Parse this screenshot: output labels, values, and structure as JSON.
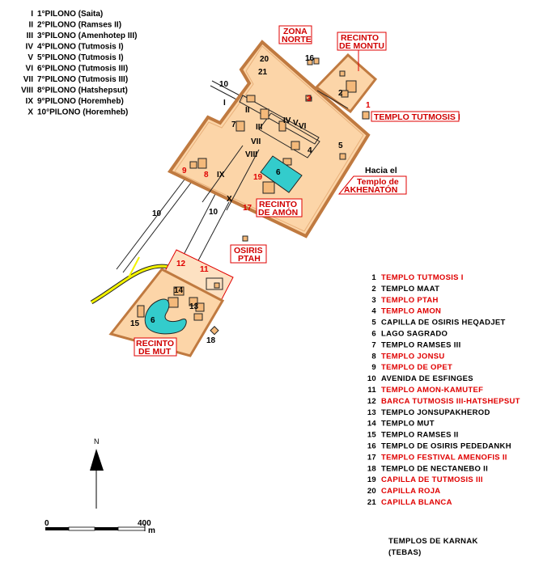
{
  "pylons": [
    {
      "numeral": "I",
      "label": "1°PILONO (Saita)"
    },
    {
      "numeral": "II",
      "label": "2°PILONO (Ramses II)"
    },
    {
      "numeral": "III",
      "label": "3°PILONO (Amenhotep III)"
    },
    {
      "numeral": "IV",
      "label": "4°PILONO (Tutmosis I)"
    },
    {
      "numeral": "V",
      "label": "5°PILONO (Tutmosis I)"
    },
    {
      "numeral": "VI",
      "label": "6°PILONO (Tutmosis III)"
    },
    {
      "numeral": "VII",
      "label": "7°PILONO (Tutmosis III)"
    },
    {
      "numeral": "VIII",
      "label": "8°PILONO (Hatshepsut)"
    },
    {
      "numeral": "IX",
      "label": "9°PILONO (Horemheb)"
    },
    {
      "numeral": "X",
      "label": "10°PILONO (Horemheb)"
    }
  ],
  "legend": [
    {
      "num": "1",
      "label": "TEMPLO TUTMOSIS I",
      "color": "#e00000"
    },
    {
      "num": "2",
      "label": "TEMPLO MAAT",
      "color": "#000000"
    },
    {
      "num": "3",
      "label": "TEMPLO PTAH",
      "color": "#e00000"
    },
    {
      "num": "4",
      "label": "TEMPLO AMON",
      "color": "#e00000"
    },
    {
      "num": "5",
      "label": "CAPILLA DE OSIRIS HEQADJET",
      "color": "#000000"
    },
    {
      "num": "6",
      "label": "LAGO SAGRADO",
      "color": "#000000"
    },
    {
      "num": "7",
      "label": "TEMPLO RAMSES III",
      "color": "#000000"
    },
    {
      "num": "8",
      "label": "TEMPLO JONSU",
      "color": "#e00000"
    },
    {
      "num": "9",
      "label": "TEMPLO DE OPET",
      "color": "#e00000"
    },
    {
      "num": "10",
      "label": "AVENIDA DE ESFINGES",
      "color": "#000000"
    },
    {
      "num": "11",
      "label": "TEMPLO AMON-KAMUTEF",
      "color": "#e00000"
    },
    {
      "num": "12",
      "label": "BARCA TUTMOSIS III-HATSHEPSUT",
      "color": "#e00000"
    },
    {
      "num": "13",
      "label": "TEMPLO JONSUPAKHEROD",
      "color": "#000000"
    },
    {
      "num": "14",
      "label": "TEMPLO MUT",
      "color": "#000000"
    },
    {
      "num": "15",
      "label": "TEMPLO RAMSES II",
      "color": "#000000"
    },
    {
      "num": "16",
      "label": "TEMPLO DE OSIRIS PEDEDANKH",
      "color": "#000000"
    },
    {
      "num": "17",
      "label": "TEMPLO FESTIVAL AMENOFIS II",
      "color": "#e00000"
    },
    {
      "num": "18",
      "label": "TEMPLO DE NECTANEBO II",
      "color": "#000000"
    },
    {
      "num": "19",
      "label": "CAPILLA DE TUTMOSIS III",
      "color": "#e00000"
    },
    {
      "num": "20",
      "label": "CAPILLA ROJA",
      "color": "#e00000"
    },
    {
      "num": "21",
      "label": "CAPILLA BLANCA",
      "color": "#e00000"
    }
  ],
  "map_labels": {
    "zona_norte": [
      "ZONA",
      "NORTE"
    ],
    "recinto_montu": [
      "RECINTO",
      "DE MONTU"
    ],
    "templo_tutmosis": "TEMPLO TUTMOSIS I",
    "hacia_el": "Hacia el",
    "akhenaton": [
      "Templo de",
      "AKHENATÓN"
    ],
    "recinto_amon": [
      "RECINTO",
      "DE AMÓN"
    ],
    "osiris_ptah": [
      "OSIRIS",
      "PTAH"
    ],
    "recinto_mut": [
      "RECINTO",
      "DE MUT"
    ]
  },
  "compass": {
    "north": "N"
  },
  "scale": {
    "start": "0",
    "end": "400",
    "unit": "m"
  },
  "title": [
    "TEMPLOS DE  KARNAK",
    "(TEBAS)"
  ],
  "colors": {
    "ground": "#fcd5a8",
    "wall": "#e8b07a",
    "lake": "#33cccc",
    "accent": "#e00000",
    "road": "#f2f200"
  }
}
